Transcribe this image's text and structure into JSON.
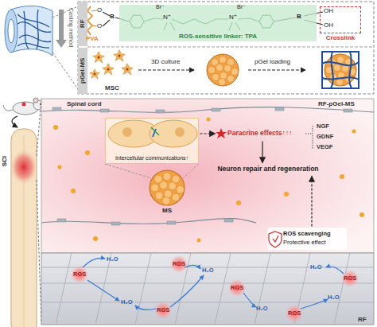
{
  "diagram": {
    "nodes": [
      {
        "text": [
          "RF"
        ]
      },
      {
        "text": [
          "ROS-sensitive linker: TPA"
        ],
        "in": 0
      },
      {
        "text": [
          "Crosslink"
        ],
        "in": 0
      },
      {
        "text": [
          "pGel-MS"
        ]
      },
      {
        "text": [
          "MSC"
        ],
        "in": 3
      },
      {
        "text": [
          "Intercellular communications↑"
        ]
      },
      {
        "text": [
          "MS"
        ]
      },
      {
        "text": [
          "Paracrine effects↑↑↑"
        ]
      },
      {
        "text": [
          "Neuron repair and regeneration"
        ]
      },
      {
        "text": [
          "ROS scavenging",
          "Protective effect"
        ]
      }
    ],
    "edges": [
      {
        "from": 5,
        "to": 7,
        "arrow": "to"
      },
      {
        "from": 7,
        "to": 8,
        "arrow": "to"
      },
      {
        "from": 9,
        "to": 8,
        "arrow": "to"
      }
    ],
    "labels": [
      "Casting method",
      "PVA",
      "O",
      "O",
      "B",
      "Br⁻",
      "N⁺",
      "Br⁻",
      "N⁺",
      "B",
      "OH",
      "OH",
      "3D culture",
      "pGel loading",
      "Spinal cord",
      "RF-pGel-MS",
      "SCI",
      "NGF",
      "GDNF",
      "VEGF",
      "ROS",
      "ROS",
      "ROS",
      "ROS",
      "ROS",
      "ROS",
      "H₂O",
      "H₂O",
      "H₂O",
      "H₂O",
      "H₂O",
      "H₂O",
      "RF"
    ]
  }
}
